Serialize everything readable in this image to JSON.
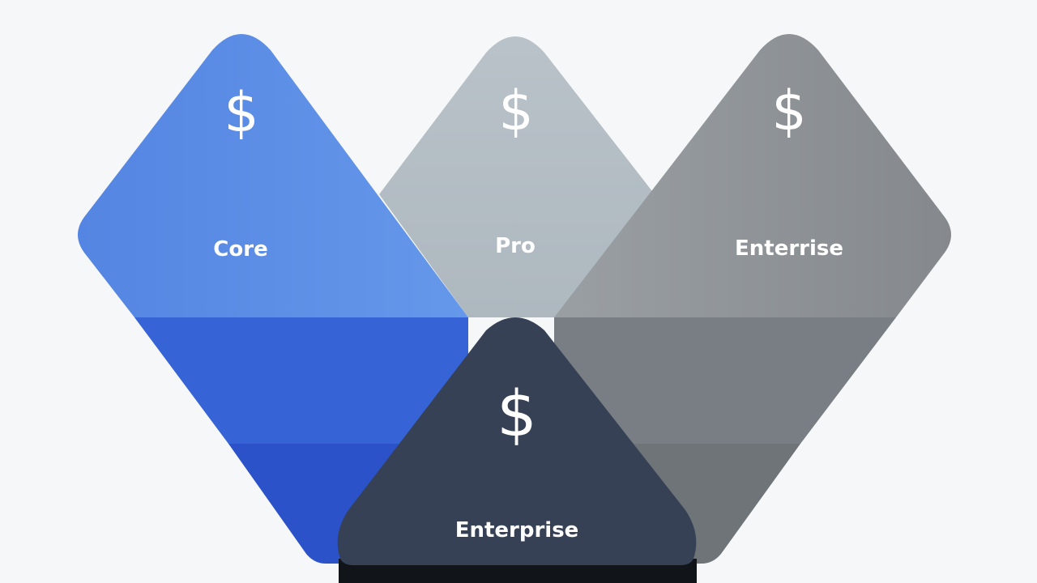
{
  "tiers": [
    {
      "id": "core",
      "label": "Core",
      "icon": "dollar-icon",
      "symbol": "$",
      "color": "#5b8de6"
    },
    {
      "id": "pro",
      "label": "Pro",
      "icon": "dollar-icon",
      "symbol": "$",
      "color": "#b6bfc6"
    },
    {
      "id": "enterprise-right",
      "label": "Enterrise",
      "icon": "dollar-icon",
      "symbol": "$",
      "color": "#8e9397"
    },
    {
      "id": "enterprise-bottom",
      "label": "Enterprise",
      "icon": "dollar-icon",
      "symbol": "$",
      "color": "#364155"
    }
  ],
  "colors": {
    "background": "#f6f7f8",
    "core_light": "#5b8de6",
    "core_mid": "#3762d4",
    "core_dark": "#2a52c8",
    "pro": "#b6bfc6",
    "enterprise_light": "#8e9397",
    "enterprise_mid": "#777d82",
    "enterprise_dark": "#6e7377",
    "enterprise_bottom": "#364155",
    "enterprise_bottom_base": "#111418"
  }
}
